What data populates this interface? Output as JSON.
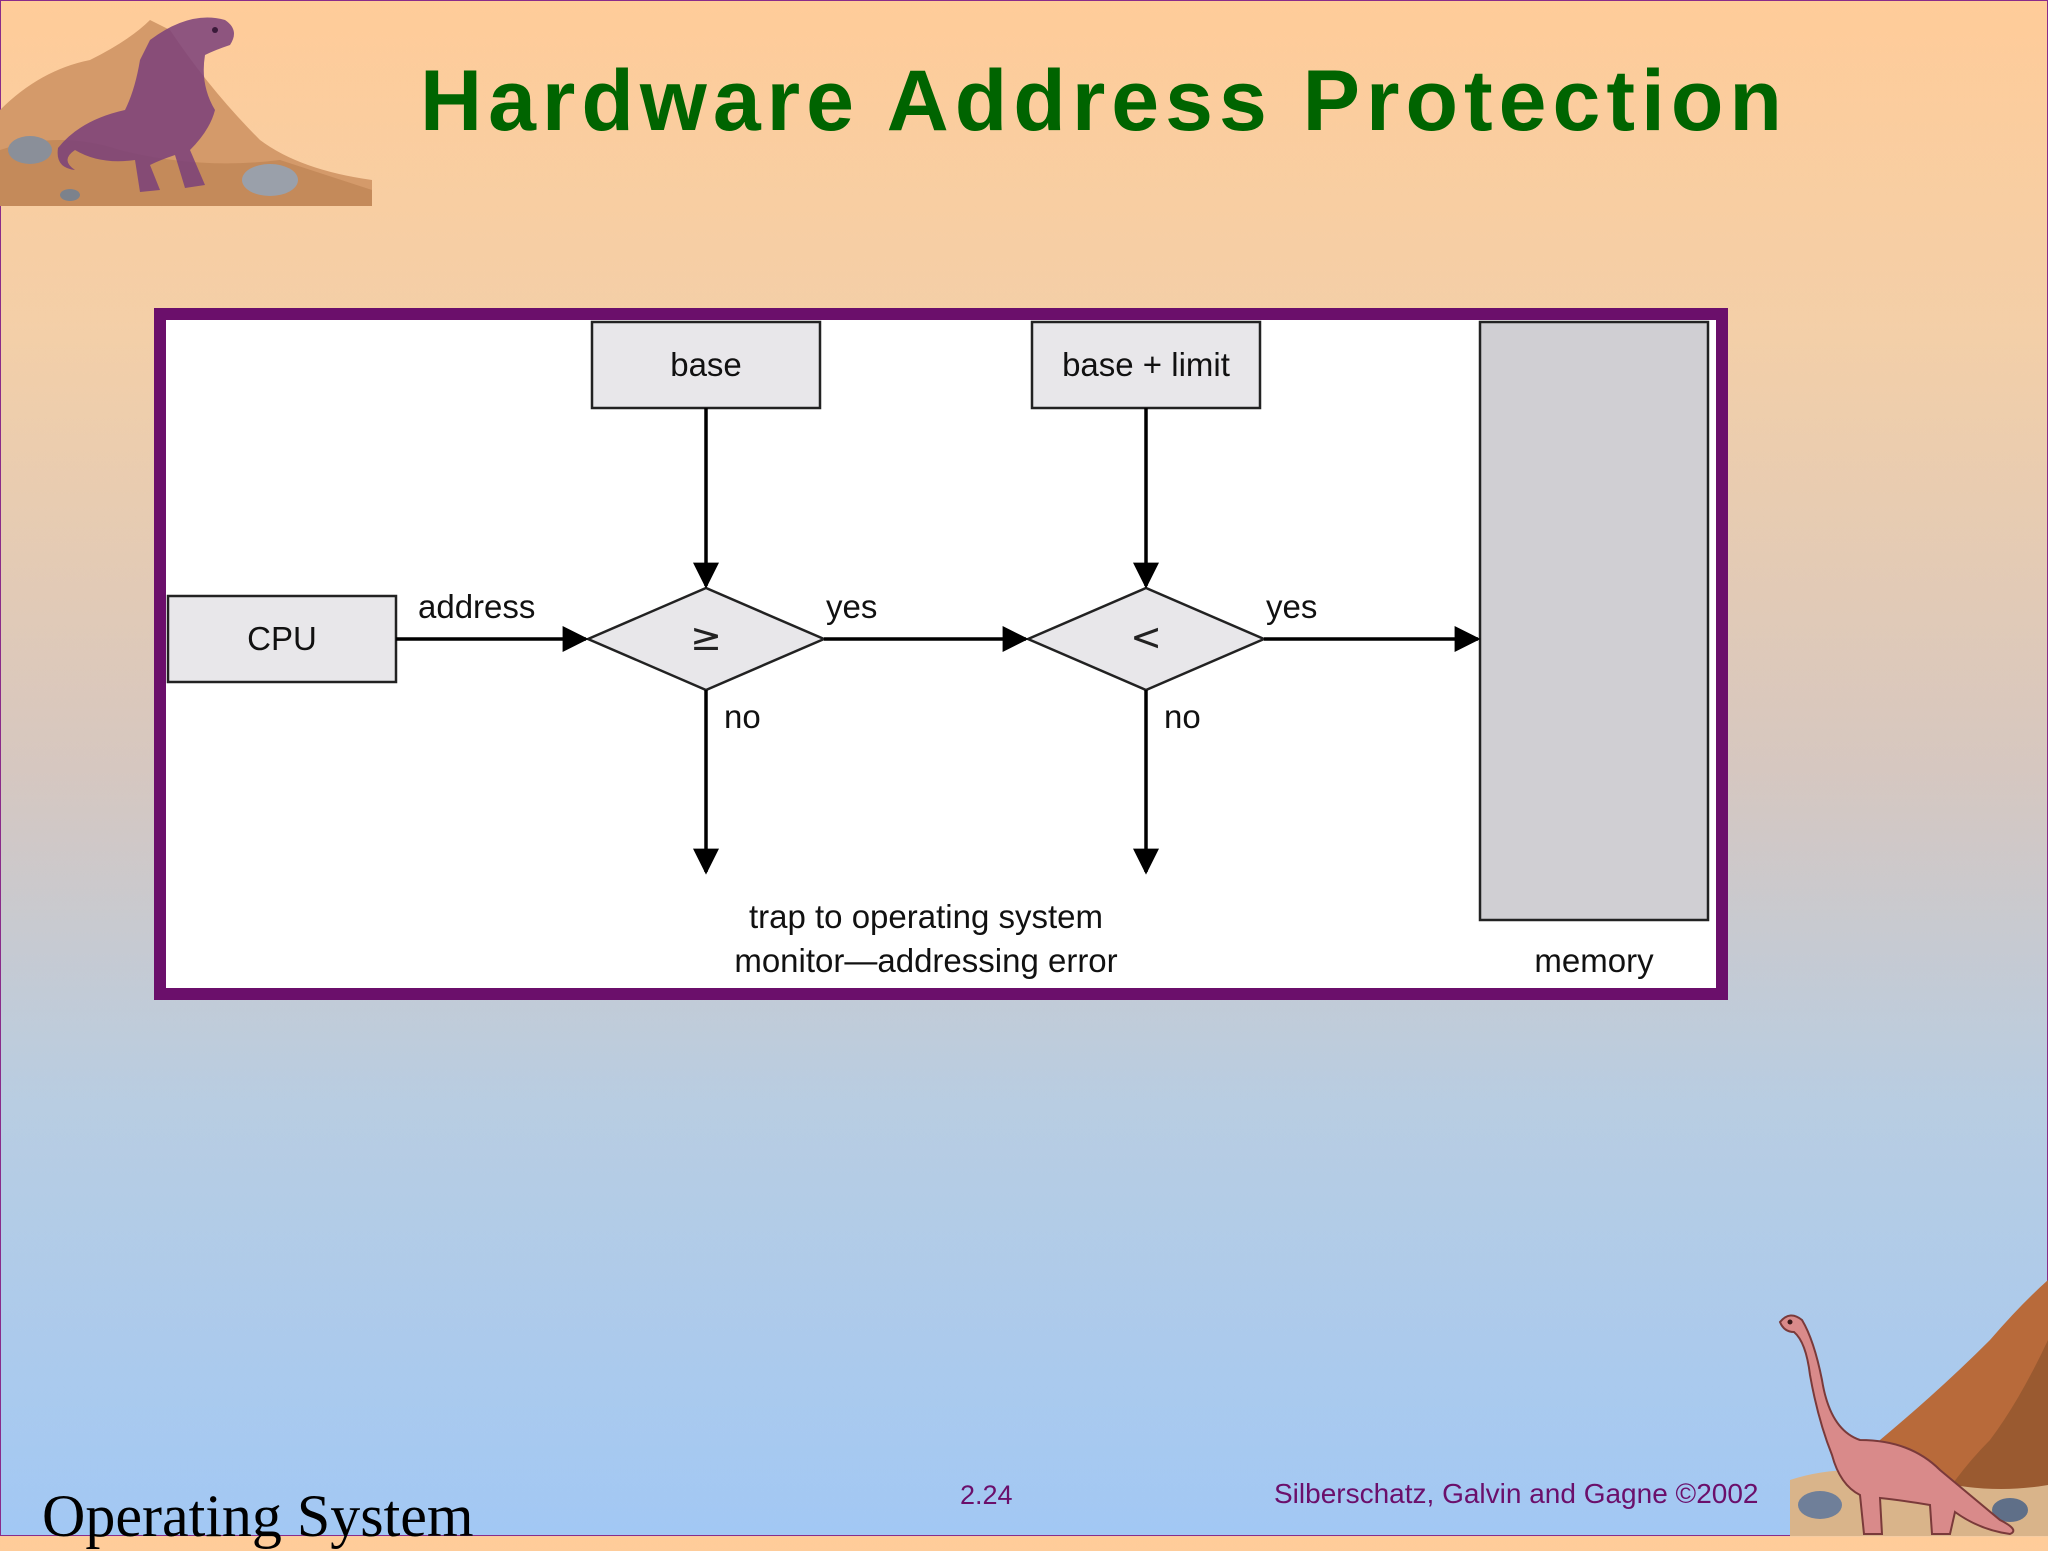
{
  "slide": {
    "title": "Hardware Address Protection",
    "page_number": "2.24",
    "authors": "Silberschatz, Galvin and  Gagne ©2002",
    "course": "Operating System"
  },
  "diagram": {
    "cpu_label": "CPU",
    "base_label": "base",
    "base_limit_label": "base + limit",
    "address_label": "address",
    "compare1_symbol": "≥",
    "compare2_symbol": "<",
    "yes1_label": "yes",
    "yes2_label": "yes",
    "no1_label": "no",
    "no2_label": "no",
    "trap_line1": "trap to operating system",
    "trap_line2": "monitor—addressing error",
    "memory_label": "memory"
  },
  "icons": {
    "top_left": "tyrannosaurus-illustration",
    "bottom_right": "brontosaurus-illustration"
  },
  "colors": {
    "title": "#006400",
    "frame": "#6b0f6b",
    "box_fill": "#e8e7ea",
    "memory_fill": "#d0cfd3"
  }
}
